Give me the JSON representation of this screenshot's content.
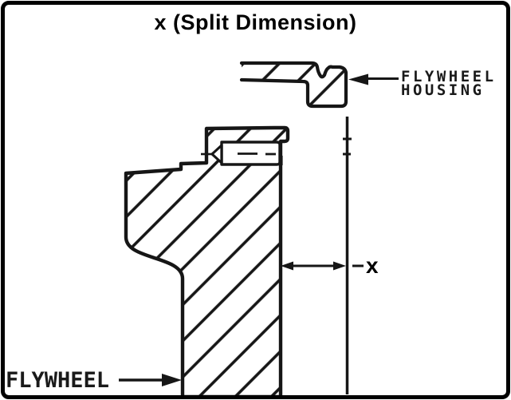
{
  "title": "x (Split Dimension)",
  "labels": {
    "flywheel_housing": {
      "line1": "FLYWHEEL",
      "line2": "HOUSING"
    },
    "flywheel": "FLYWHEEL",
    "dimension_x": "x"
  },
  "colors": {
    "ink": "#1a1a1a",
    "background": "#ffffff",
    "border": "#000000"
  },
  "diagram": {
    "type": "engineering-cross-section",
    "parts": [
      "flywheel housing",
      "flywheel",
      "ring gear",
      "dowel bolt",
      "housing face reference line"
    ],
    "dimension": "x = split dimension between flywheel face and flywheel housing face"
  }
}
